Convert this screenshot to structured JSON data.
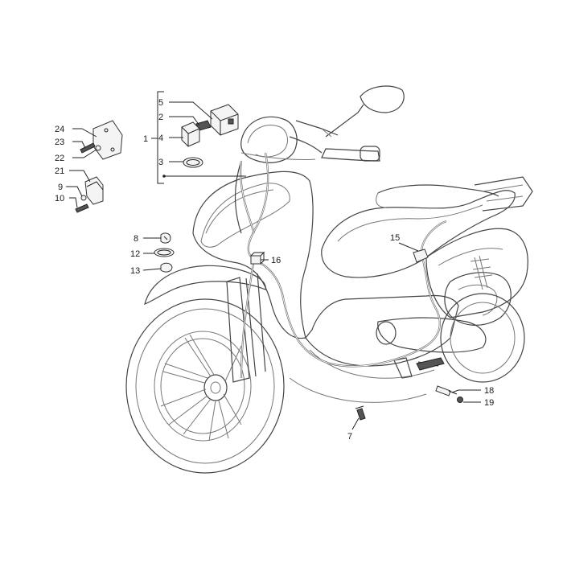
{
  "labels": {
    "l1": "1",
    "l2": "2",
    "l3": "3",
    "l4": "4",
    "l5": "5",
    "l7": "7",
    "l8": "8",
    "l9": "9",
    "l10": "10",
    "l12": "12",
    "l13": "13",
    "l15": "15",
    "l16": "16",
    "l18": "18",
    "l19": "19",
    "l21": "21",
    "l22": "22",
    "l23": "23",
    "l24": "24"
  }
}
